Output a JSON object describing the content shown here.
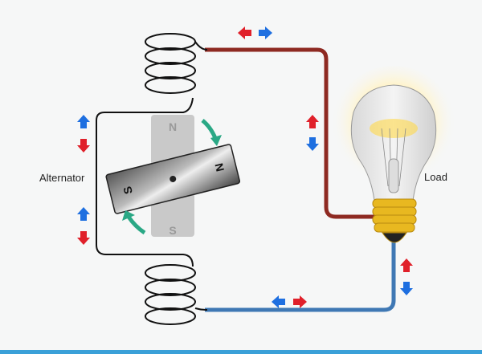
{
  "labels": {
    "alternator": "Alternator",
    "load": "Load"
  },
  "magnet": {
    "north": "N",
    "south": "S"
  },
  "colors": {
    "positive_wire": "#8e2a22",
    "negative_wire": "#3f78b4",
    "arrow_red": "#e0202a",
    "arrow_blue": "#1e6fe0",
    "rotation_arrow": "#2aa885",
    "bulb_base": "#e8b820"
  }
}
